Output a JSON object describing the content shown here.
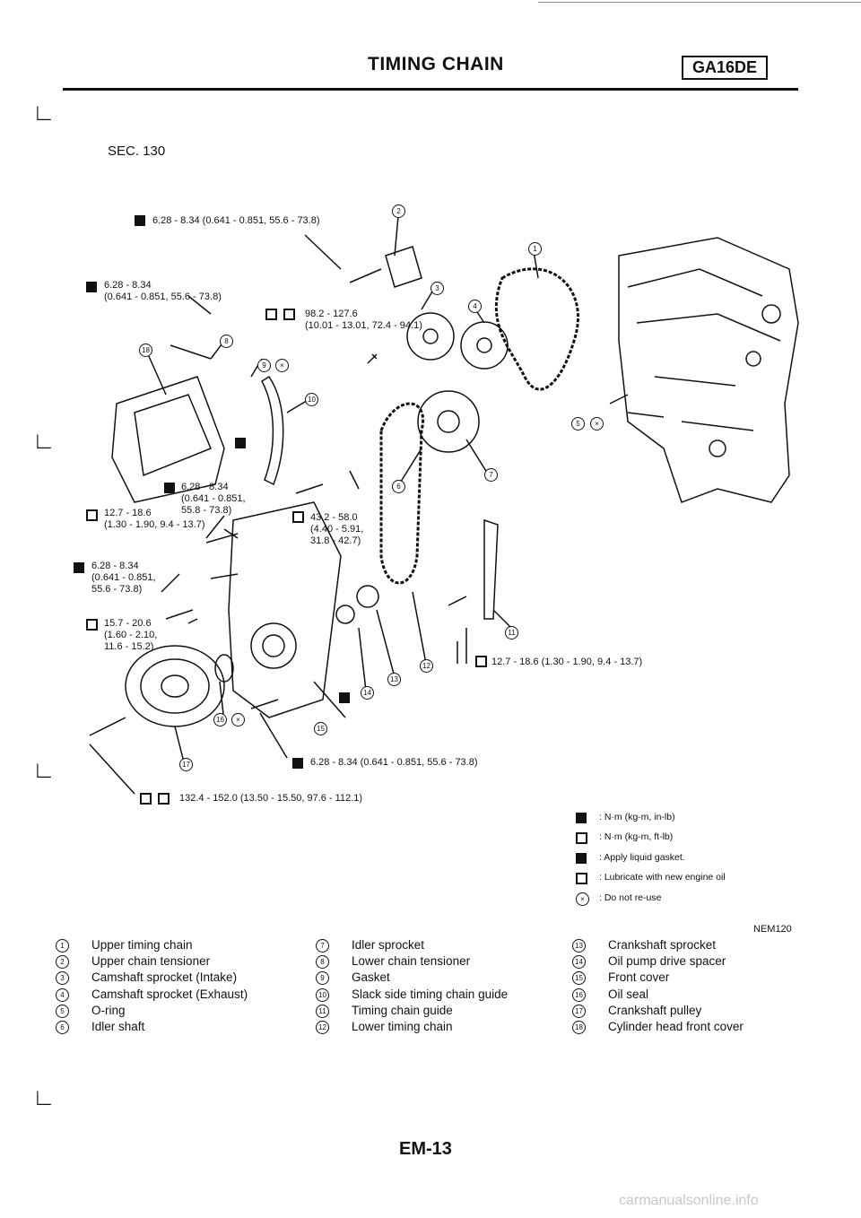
{
  "header": {
    "title": "TIMING CHAIN",
    "engine_code": "GA16DE"
  },
  "section": "SEC. 130",
  "torque_specs": [
    "6.28 - 8.34 (0.641 - 0.851, 55.6 - 73.8)",
    "6.28 - 8.34\n(0.641 - 0.851, 55.6 - 73.8)",
    "98.2 - 127.6\n(10.01 - 13.01, 72.4 - 94.1)",
    "6.28 - 8.34\n(0.641 - 0.851,\n55.8 - 73.8)",
    "12.7 - 18.6\n(1.30 - 1.90, 9.4 - 13.7)",
    "43.2 - 58.0\n(4.40 - 5.91,\n31.8 - 42.7)",
    "6.28 - 8.34\n(0.641 - 0.851,\n55.6 - 73.8)",
    "15.7 - 20.6\n(1.60 - 2.10,\n11.6 - 15.2)",
    "12.7 - 18.6 (1.30 - 1.90, 9.4 - 13.7)",
    "6.28 - 8.34 (0.641 - 0.851, 55.6 - 73.8)",
    "132.4 - 152.0 (13.50 - 15.50, 97.6 - 112.1)"
  ],
  "callout_numbers": [
    "1",
    "2",
    "3",
    "4",
    "5",
    "6",
    "7",
    "8",
    "9",
    "10",
    "11",
    "12",
    "13",
    "14",
    "15",
    "16",
    "17",
    "18"
  ],
  "legend": [
    {
      "icon": "torque-nm-in-lb-icon",
      "text": ": N·m (kg-m, in-lb)"
    },
    {
      "icon": "torque-nm-ft-lb-icon",
      "text": ": N·m (kg-m, ft-lb)"
    },
    {
      "icon": "liquid-gasket-icon",
      "text": ": Apply liquid gasket."
    },
    {
      "icon": "lubricate-oil-icon",
      "text": ": Lubricate with new engine oil"
    },
    {
      "icon": "do-not-reuse-icon",
      "text": ": Do not re-use"
    }
  ],
  "figure_code": "NEM120",
  "parts": [
    {
      "num": "1",
      "name": "Upper timing chain"
    },
    {
      "num": "2",
      "name": "Upper chain tensioner"
    },
    {
      "num": "3",
      "name": "Camshaft sprocket (Intake)"
    },
    {
      "num": "4",
      "name": "Camshaft sprocket (Exhaust)"
    },
    {
      "num": "5",
      "name": "O-ring"
    },
    {
      "num": "6",
      "name": "Idler shaft"
    },
    {
      "num": "7",
      "name": "Idler sprocket"
    },
    {
      "num": "8",
      "name": "Lower chain tensioner"
    },
    {
      "num": "9",
      "name": "Gasket"
    },
    {
      "num": "10",
      "name": "Slack side timing chain guide"
    },
    {
      "num": "11",
      "name": "Timing chain guide"
    },
    {
      "num": "12",
      "name": "Lower timing chain"
    },
    {
      "num": "13",
      "name": "Crankshaft sprocket"
    },
    {
      "num": "14",
      "name": "Oil pump drive spacer"
    },
    {
      "num": "15",
      "name": "Front cover"
    },
    {
      "num": "16",
      "name": "Oil seal"
    },
    {
      "num": "17",
      "name": "Crankshaft pulley"
    },
    {
      "num": "18",
      "name": "Cylinder head front cover"
    }
  ],
  "page_number": "EM-13",
  "watermark": "carmanualsonline.info"
}
